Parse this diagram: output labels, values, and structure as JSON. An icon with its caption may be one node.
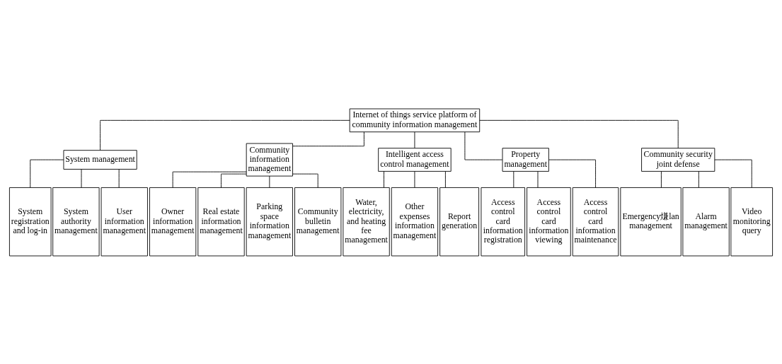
{
  "diagram": {
    "nodes": [
      {
        "text": [
          "Internet of things service platform of community information management"
        ]
      },
      {
        "text": [
          "System management"
        ]
      },
      {
        "text": [
          "Community information management"
        ]
      },
      {
        "text": [
          "Intelligent access control management"
        ]
      },
      {
        "text": [
          "Property management"
        ]
      },
      {
        "text": [
          "Community security joint defense"
        ]
      },
      {
        "text": [
          "System registration and log-in"
        ]
      },
      {
        "text": [
          "System authority management"
        ]
      },
      {
        "text": [
          "User information management"
        ]
      },
      {
        "text": [
          "Owner information management"
        ]
      },
      {
        "text": [
          "Real estate information management"
        ]
      },
      {
        "text": [
          "Parking space information management"
        ]
      },
      {
        "text": [
          "Community bulletin management"
        ]
      },
      {
        "text": [
          "Water, electricity, and heating fee management"
        ]
      },
      {
        "text": [
          "Other expenses information management"
        ]
      },
      {
        "text": [
          "Report generation"
        ]
      },
      {
        "text": [
          "Access control card information registration"
        ]
      },
      {
        "text": [
          "Access control card information viewing"
        ]
      },
      {
        "text": [
          "Access control card information maintenance"
        ]
      },
      {
        "text": [
          "Emergency熑lan management"
        ]
      },
      {
        "text": [
          "Alarm management"
        ]
      },
      {
        "text": [
          "Video monitoring query"
        ]
      }
    ],
    "edges": [
      {
        "from": 0,
        "to": 1,
        "arrow": "none"
      },
      {
        "from": 0,
        "to": 2,
        "arrow": "none"
      },
      {
        "from": 0,
        "to": 3,
        "arrow": "none"
      },
      {
        "from": 0,
        "to": 4,
        "arrow": "none"
      },
      {
        "from": 0,
        "to": 5,
        "arrow": "none"
      },
      {
        "from": 1,
        "to": 6,
        "arrow": "none"
      },
      {
        "from": 1,
        "to": 7,
        "arrow": "none"
      },
      {
        "from": 1,
        "to": 8,
        "arrow": "none"
      },
      {
        "from": 2,
        "to": 9,
        "arrow": "none"
      },
      {
        "from": 2,
        "to": 10,
        "arrow": "none"
      },
      {
        "from": 2,
        "to": 11,
        "arrow": "none"
      },
      {
        "from": 2,
        "to": 12,
        "arrow": "none"
      },
      {
        "from": 3,
        "to": 13,
        "arrow": "none"
      },
      {
        "from": 3,
        "to": 14,
        "arrow": "none"
      },
      {
        "from": 3,
        "to": 15,
        "arrow": "none"
      },
      {
        "from": 4,
        "to": 16,
        "arrow": "none"
      },
      {
        "from": 4,
        "to": 17,
        "arrow": "none"
      },
      {
        "from": 4,
        "to": 18,
        "arrow": "none"
      },
      {
        "from": 5,
        "to": 19,
        "arrow": "none"
      },
      {
        "from": 5,
        "to": 20,
        "arrow": "none"
      },
      {
        "from": 5,
        "to": 21,
        "arrow": "none"
      }
    ]
  }
}
